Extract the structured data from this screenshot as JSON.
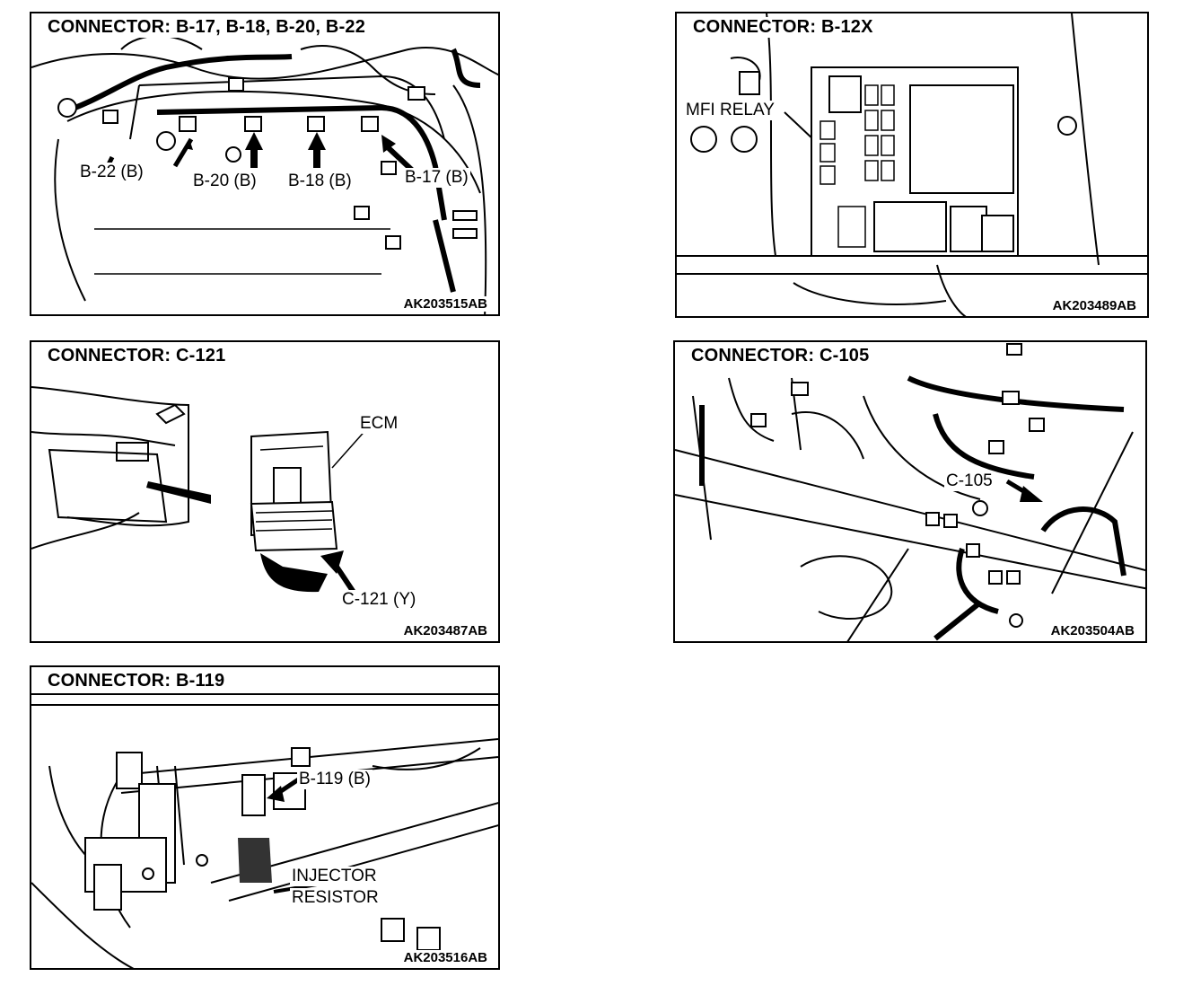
{
  "panels": {
    "b17": {
      "title": "CONNECTOR: B-17, B-18, B-20, B-22",
      "code": "AK203515AB",
      "labels": {
        "b22": "B-22 (B)",
        "b20": "B-20 (B)",
        "b18": "B-18 (B)",
        "b17": "B-17 (B)"
      }
    },
    "b12x": {
      "title": "CONNECTOR: B-12X",
      "code": "AK203489AB",
      "labels": {
        "mfi_relay": "MFI RELAY"
      }
    },
    "c121": {
      "title": "CONNECTOR: C-121",
      "code": "AK203487AB",
      "labels": {
        "ecm": "ECM",
        "c121": "C-121 (Y)"
      }
    },
    "c105": {
      "title": "CONNECTOR: C-105",
      "code": "AK203504AB",
      "labels": {
        "c105": "C-105"
      }
    },
    "b119": {
      "title": "CONNECTOR: B-119",
      "code": "AK203516AB",
      "labels": {
        "b119": "B-119 (B)",
        "injector": "INJECTOR",
        "resistor": "RESISTOR"
      }
    }
  }
}
